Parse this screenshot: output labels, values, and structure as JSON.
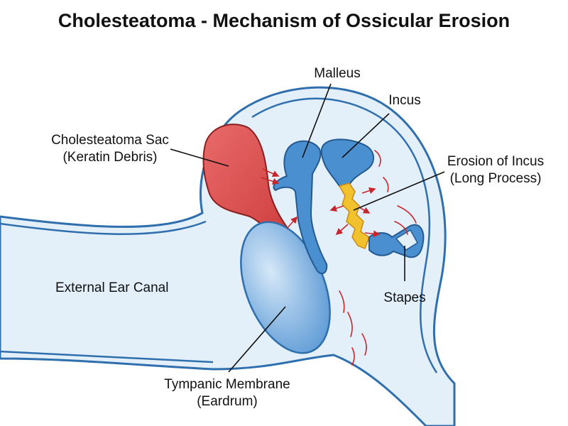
{
  "title": "Cholesteatoma - Mechanism of Ossicular Erosion",
  "labels": {
    "malleus": "Malleus",
    "incus": "Incus",
    "cholesteatoma_line1": "Cholesteatoma Sac",
    "cholesteatoma_line2": "(Keratin Debris)",
    "erosion_line1": "Erosion of Incus",
    "erosion_line2": "(Long Process)",
    "ear_canal": "External Ear Canal",
    "stapes": "Stapes",
    "tympanic_line1": "Tympanic Membrane",
    "tympanic_line2": "(Eardrum)"
  },
  "colors": {
    "tissue_fill": "#e3eff9",
    "outline": "#2f6fad",
    "bone": "#4a8fd0",
    "cholesteatoma": "#d94747",
    "erosion": "#f2c12e",
    "arrows": "#c8262b",
    "membrane": "#9cc4ea"
  }
}
